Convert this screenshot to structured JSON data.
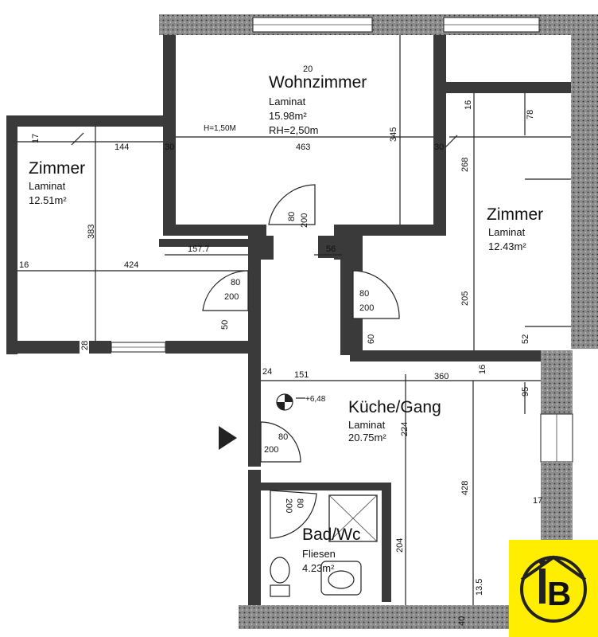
{
  "rooms": {
    "wohnzimmer": {
      "name": "Wohnzimmer",
      "floor": "Laminat",
      "area": "15.98m²",
      "height": "RH=2,50m"
    },
    "zimmer_left": {
      "name": "Zimmer",
      "floor": "Laminat",
      "area": "12.51m²"
    },
    "zimmer_right": {
      "name": "Zimmer",
      "floor": "Laminat",
      "area": "12.43m²"
    },
    "kueche": {
      "name": "Küche/Gang",
      "floor": "Laminat",
      "area": "20.75m²"
    },
    "bad": {
      "name": "Bad/Wc",
      "floor": "Fliesen",
      "area": "4.23m²"
    }
  },
  "dimensions": {
    "d20": "20",
    "d345": "345",
    "d463": "463",
    "d30a": "30",
    "d30b": "30",
    "d144": "144",
    "d17": "17",
    "d383": "383",
    "d16a": "16",
    "d424": "424",
    "d157": "157.7",
    "d56": "56",
    "d80a": "80",
    "d200a": "200",
    "d80b": "80",
    "d200b": "200",
    "d80c": "80",
    "d200c": "200",
    "d50": "50",
    "d28": "28",
    "d60": "60",
    "d16b": "16",
    "d78": "78",
    "d268": "268",
    "d205": "205",
    "d52": "52",
    "d24": "24",
    "d151": "151",
    "d360": "360",
    "d16c": "16",
    "d95": "95",
    "d224": "224",
    "d80d": "80",
    "d200d": "200",
    "d428": "428",
    "d204": "204",
    "d200e": "200",
    "d80e": "80",
    "d135": "13.5",
    "d17b": "17",
    "d40": "40",
    "hnote": "H=1,50M",
    "level": "+6,48"
  },
  "logo": {
    "letter": "B"
  },
  "colors": {
    "wall": "#3a3a3a",
    "logo_bg": "#ffee00",
    "logo_fg": "#222222"
  }
}
